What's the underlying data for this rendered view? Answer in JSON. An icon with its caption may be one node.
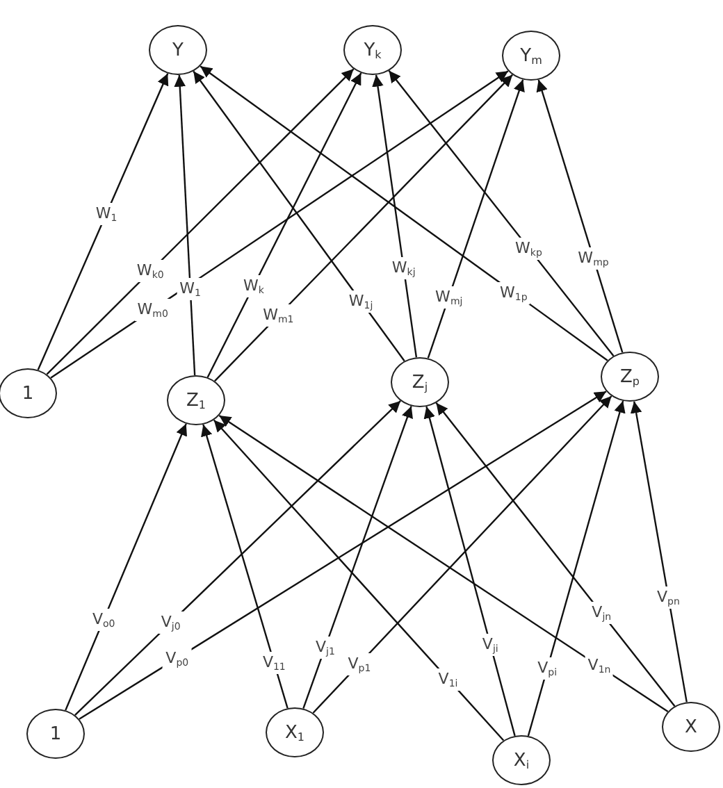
{
  "diagram": {
    "nodes": [
      {
        "text": [
          "Y"
        ]
      },
      {
        "text": [
          "Y$_{k}$"
        ]
      },
      {
        "text": [
          "Y$_{m}$"
        ]
      },
      {
        "text": [
          "1"
        ]
      },
      {
        "text": [
          "Z$_{1}$"
        ]
      },
      {
        "text": [
          "Z$_{j}$"
        ]
      },
      {
        "text": [
          "Z$_{p}$"
        ]
      },
      {
        "text": [
          "1"
        ]
      },
      {
        "text": [
          "X$_{1}$"
        ]
      },
      {
        "text": [
          "X$_{i}$"
        ]
      },
      {
        "text": [
          "X"
        ]
      }
    ],
    "edges": [
      {
        "from": 3,
        "to": 0,
        "arrow": "to",
        "label": "W$_{1}$"
      },
      {
        "from": 3,
        "to": 1,
        "arrow": "to",
        "label": "W$_{k0}$"
      },
      {
        "from": 3,
        "to": 2,
        "arrow": "to",
        "label": "W$_{m0}$"
      },
      {
        "from": 4,
        "to": 0,
        "arrow": "to",
        "label": "W$_{1}$"
      },
      {
        "from": 4,
        "to": 1,
        "arrow": "to",
        "label": "W$_{k}$"
      },
      {
        "from": 4,
        "to": 2,
        "arrow": "to",
        "label": "W$_{m1}$"
      },
      {
        "from": 5,
        "to": 0,
        "arrow": "to",
        "label": "W$_{1j}$"
      },
      {
        "from": 5,
        "to": 1,
        "arrow": "to",
        "label": "W$_{kj}$"
      },
      {
        "from": 5,
        "to": 2,
        "arrow": "to",
        "label": "W$_{mj}$"
      },
      {
        "from": 6,
        "to": 0,
        "arrow": "to",
        "label": "W$_{1p}$"
      },
      {
        "from": 6,
        "to": 1,
        "arrow": "to",
        "label": "W$_{kp}$"
      },
      {
        "from": 6,
        "to": 2,
        "arrow": "to",
        "label": "W$_{mp}$"
      },
      {
        "from": 7,
        "to": 4,
        "arrow": "to",
        "label": "V$_{o0}$"
      },
      {
        "from": 7,
        "to": 5,
        "arrow": "to",
        "label": "V$_{j0}$"
      },
      {
        "from": 7,
        "to": 6,
        "arrow": "to",
        "label": "V$_{p0}$"
      },
      {
        "from": 8,
        "to": 4,
        "arrow": "to",
        "label": "V$_{11}$"
      },
      {
        "from": 8,
        "to": 5,
        "arrow": "to",
        "label": "V$_{j1}$"
      },
      {
        "from": 8,
        "to": 6,
        "arrow": "to",
        "label": "V$_{p1}$"
      },
      {
        "from": 9,
        "to": 4,
        "arrow": "to",
        "label": "V$_{1i}$"
      },
      {
        "from": 9,
        "to": 5,
        "arrow": "to",
        "label": "V$_{ji}$"
      },
      {
        "from": 9,
        "to": 6,
        "arrow": "to",
        "label": "V$_{pi}$"
      },
      {
        "from": 10,
        "to": 4,
        "arrow": "to",
        "label": "V$_{1n}$"
      },
      {
        "from": 10,
        "to": 5,
        "arrow": "to",
        "label": "V$_{jn}$"
      },
      {
        "from": 10,
        "to": 6,
        "arrow": "to",
        "label": "V$_{pn}$"
      }
    ]
  }
}
